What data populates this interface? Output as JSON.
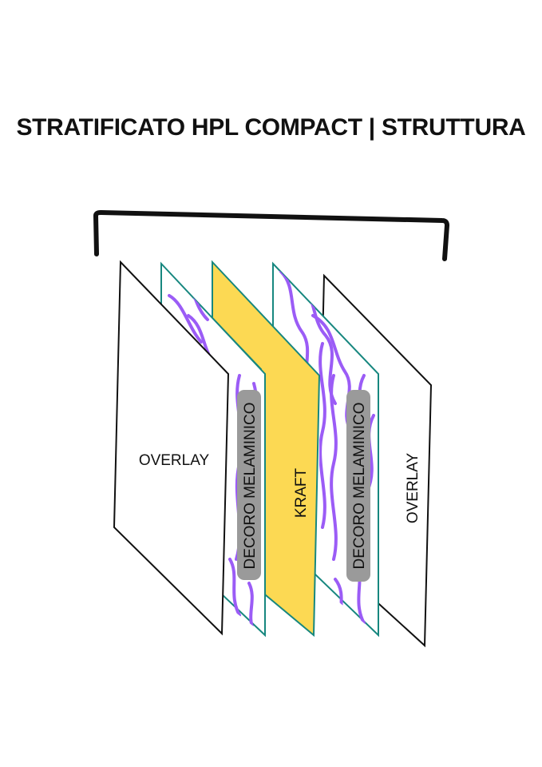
{
  "title": "STRATIFICATO HPL COMPACT | STRUTTURA",
  "layers": [
    {
      "id": "overlay-left",
      "label": "OVERLAY"
    },
    {
      "id": "decoro-left",
      "label": "DECORO MELAMINICO"
    },
    {
      "id": "kraft",
      "label": "KRAFT"
    },
    {
      "id": "decoro-right",
      "label": "DECORO MELAMINICO"
    },
    {
      "id": "overlay-right",
      "label": "OVERLAY"
    }
  ],
  "colors": {
    "kraft_fill": "#fcd953",
    "sheet_edge": "#17877f",
    "pattern": "#9b5cf6",
    "label_tag": "#9a9a9a",
    "stroke": "#111111"
  }
}
